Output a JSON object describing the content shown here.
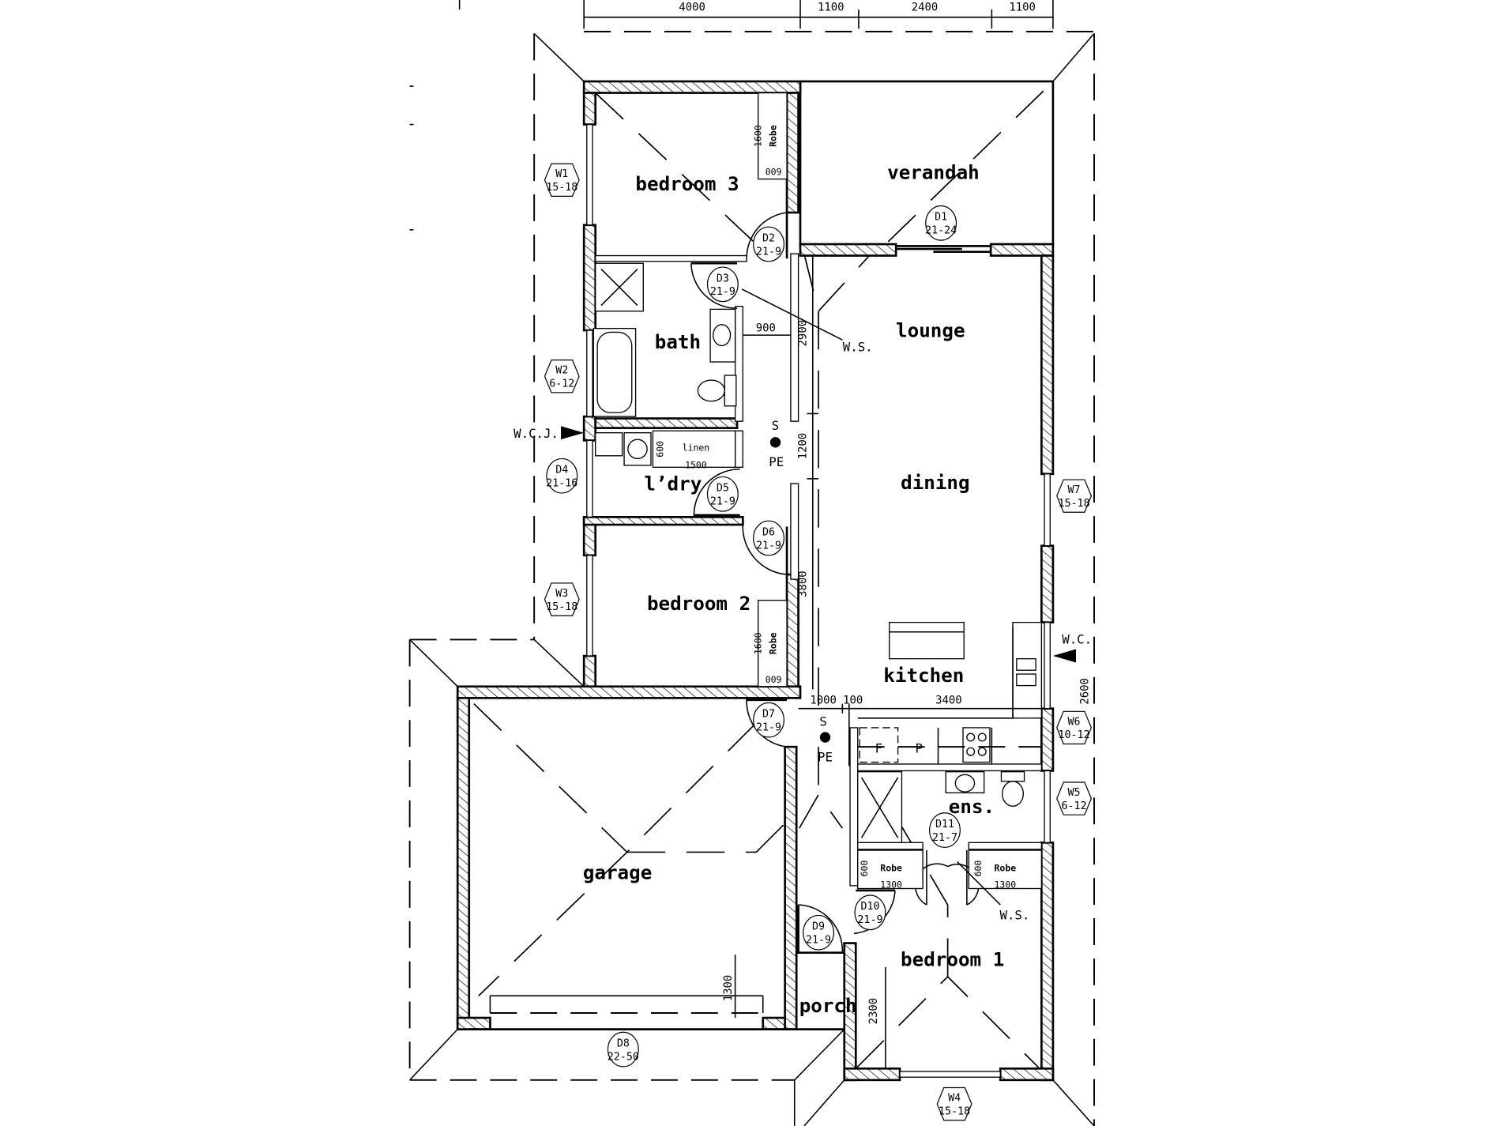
{
  "top_dimensions": [
    "4000",
    "1100",
    "2400",
    "1100"
  ],
  "rooms": {
    "bedroom3": "bedroom 3",
    "verandah": "verandah",
    "bath": "bath",
    "lounge": "lounge",
    "laundry": "l’dry",
    "dining": "dining",
    "bedroom2": "bedroom 2",
    "kitchen": "kitchen",
    "garage": "garage",
    "ensuite": "ens.",
    "bedroom1": "bedroom 1",
    "porch": "porch"
  },
  "tags": [
    {
      "id": "W1",
      "size": "15-18"
    },
    {
      "id": "W2",
      "size": "6-12"
    },
    {
      "id": "W3",
      "size": "15-18"
    },
    {
      "id": "W4",
      "size": "15-18"
    },
    {
      "id": "W5",
      "size": "6-12"
    },
    {
      "id": "W6",
      "size": "10-12"
    },
    {
      "id": "W7",
      "size": "15-18"
    },
    {
      "id": "D1",
      "size": "21-24"
    },
    {
      "id": "D2",
      "size": "21-9"
    },
    {
      "id": "D3",
      "size": "21-9"
    },
    {
      "id": "D4",
      "size": "21-16"
    },
    {
      "id": "D5",
      "size": "21-9"
    },
    {
      "id": "D6",
      "size": "21-9"
    },
    {
      "id": "D7",
      "size": "21-9"
    },
    {
      "id": "D8",
      "size": "22-50"
    },
    {
      "id": "D9",
      "size": "21-9"
    },
    {
      "id": "D10",
      "size": "21-9"
    },
    {
      "id": "D11",
      "size": "21-7"
    }
  ],
  "annotations": {
    "ws": "W.S.",
    "wcj": "W.C.J.",
    "wc": "W.C.",
    "s": "S",
    "pe": "PE",
    "linen": "linen",
    "linen_depth": "600",
    "linen_width": "1500",
    "robe": "Robe",
    "robe_len_1600": "1600",
    "robe_depth_600_code": "009",
    "robe_depth_600": "600",
    "robe_len_1300": "1300",
    "fridge": "F",
    "pantry": "P"
  },
  "dimensions": {
    "hall_width": "900",
    "hall_2900": "2900",
    "hall_1200": "1200",
    "hall_3800": "3800",
    "kitchen_1000": "1000",
    "kitchen_100": "100",
    "kitchen_3400": "3400",
    "kitchen_2600": "2600",
    "garage_1300": "1300",
    "bedroom1_2300": "2300"
  }
}
